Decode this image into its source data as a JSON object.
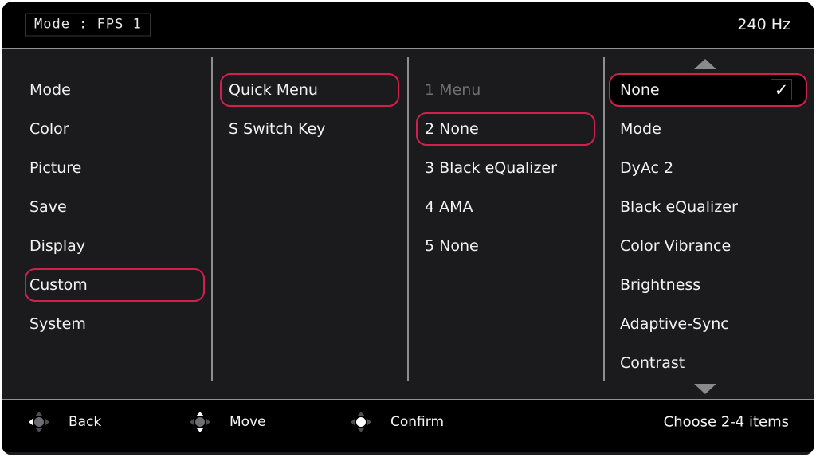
{
  "header": {
    "mode": "Mode : FPS 1",
    "refresh_rate": "240 Hz"
  },
  "nav": {
    "items": [
      {
        "label": "Mode",
        "selected": false
      },
      {
        "label": "Color",
        "selected": false
      },
      {
        "label": "Picture",
        "selected": false
      },
      {
        "label": "Save",
        "selected": false
      },
      {
        "label": "Display",
        "selected": false
      },
      {
        "label": "Custom",
        "selected": true
      },
      {
        "label": "System",
        "selected": false
      }
    ]
  },
  "custom_submenu": {
    "items": [
      {
        "label": "Quick Menu",
        "selected": true
      },
      {
        "label": "S Switch Key",
        "selected": false
      }
    ]
  },
  "quick_menu_slots": {
    "items": [
      {
        "label": "1 Menu",
        "disabled": true,
        "selected": false
      },
      {
        "label": "2 None",
        "disabled": false,
        "selected": true
      },
      {
        "label": "3 Black eQualizer",
        "disabled": false,
        "selected": false
      },
      {
        "label": "4 AMA",
        "disabled": false,
        "selected": false
      },
      {
        "label": "5 None",
        "disabled": false,
        "selected": false
      }
    ]
  },
  "slot_options": {
    "items": [
      {
        "label": "None",
        "selected": true,
        "checked": true
      },
      {
        "label": "Mode",
        "selected": false,
        "checked": false
      },
      {
        "label": "DyAc 2",
        "selected": false,
        "checked": false
      },
      {
        "label": "Black eQualizer",
        "selected": false,
        "checked": false
      },
      {
        "label": "Color Vibrance",
        "selected": false,
        "checked": false
      },
      {
        "label": "Brightness",
        "selected": false,
        "checked": false
      },
      {
        "label": "Adaptive-Sync",
        "selected": false,
        "checked": false
      },
      {
        "label": "Contrast",
        "selected": false,
        "checked": false
      }
    ],
    "scrollable_up": true,
    "scrollable_down": true
  },
  "footer": {
    "back": "Back",
    "move": "Move",
    "confirm": "Confirm",
    "hint": "Choose 2-4 items"
  },
  "icons": {
    "check": "✓",
    "scroll_up": "up-triangle",
    "scroll_down": "down-triangle",
    "joystick": "4-way-joystick-nub"
  },
  "colors": {
    "accent": "#d2204e",
    "panel_bg": "#1b1b1e",
    "bar_bg": "#000000",
    "divider": "#919194",
    "text": "#f2f2f2",
    "dim_text": "#707074",
    "arrow": "#8a8a8a"
  }
}
